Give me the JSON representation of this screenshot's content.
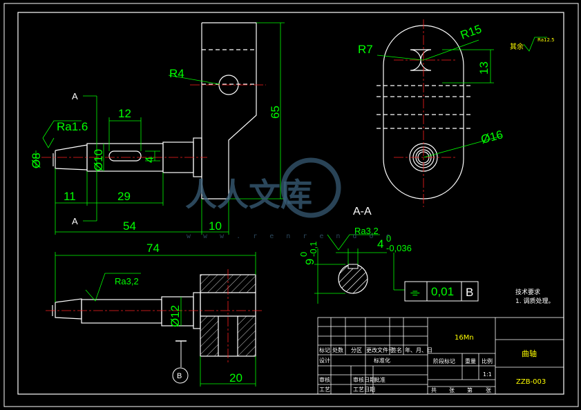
{
  "dims": {
    "r4": "R4",
    "d65": "65",
    "d12": "12",
    "d4": "4",
    "phi8": "Ø8",
    "phi10": "Ø10",
    "ra16": "Ra1.6",
    "d11": "11",
    "d29": "29",
    "d54": "54",
    "d10": "10",
    "d74": "74",
    "ra32a": "Ra3,2",
    "phi12": "Ø12",
    "d20": "20",
    "r7": "R7",
    "r15": "R15",
    "d13": "13",
    "phi16": "Ø16",
    "ra32b": "Ra3,2",
    "tol4": "4",
    "tol4_up": "0",
    "tol4_low": "-0,036",
    "tol9": "9",
    "tol9_up": "0",
    "tol9_low": "-0,1",
    "top_ra": "Ra12.5",
    "top_label": "其余"
  },
  "labels": {
    "sec_a_top": "A",
    "sec_a_bot": "A",
    "section_aa": "A-A",
    "datum_b": "B"
  },
  "gdt": {
    "symbol": "⌯",
    "value": "0,01",
    "datum": "B"
  },
  "notes": {
    "title": "技术要求",
    "item1": "1. 调质处理。"
  },
  "titleblock": {
    "material": "16Mn",
    "part_name": "曲轴",
    "drawing_no": "ZZB-003",
    "row_labels": [
      "标记",
      "处数",
      "分区",
      "更改文件号",
      "签名",
      "年、月、日"
    ],
    "design": "设计",
    "standardize": "标准化",
    "stage_mark": "阶段标记",
    "weight": "重量",
    "scale_label": "比例",
    "scale": "1:1",
    "review": "审核",
    "process": "工艺",
    "approve": "批准",
    "date_label": "审核日期",
    "process_date": "工艺日期",
    "sheet_total": "共",
    "sheet_label": "张",
    "sheet_no": "第",
    "sheet_label2": "张"
  },
  "watermark": {
    "cn": "人人文库",
    "url": "w w w . r e n r e n d o c"
  }
}
